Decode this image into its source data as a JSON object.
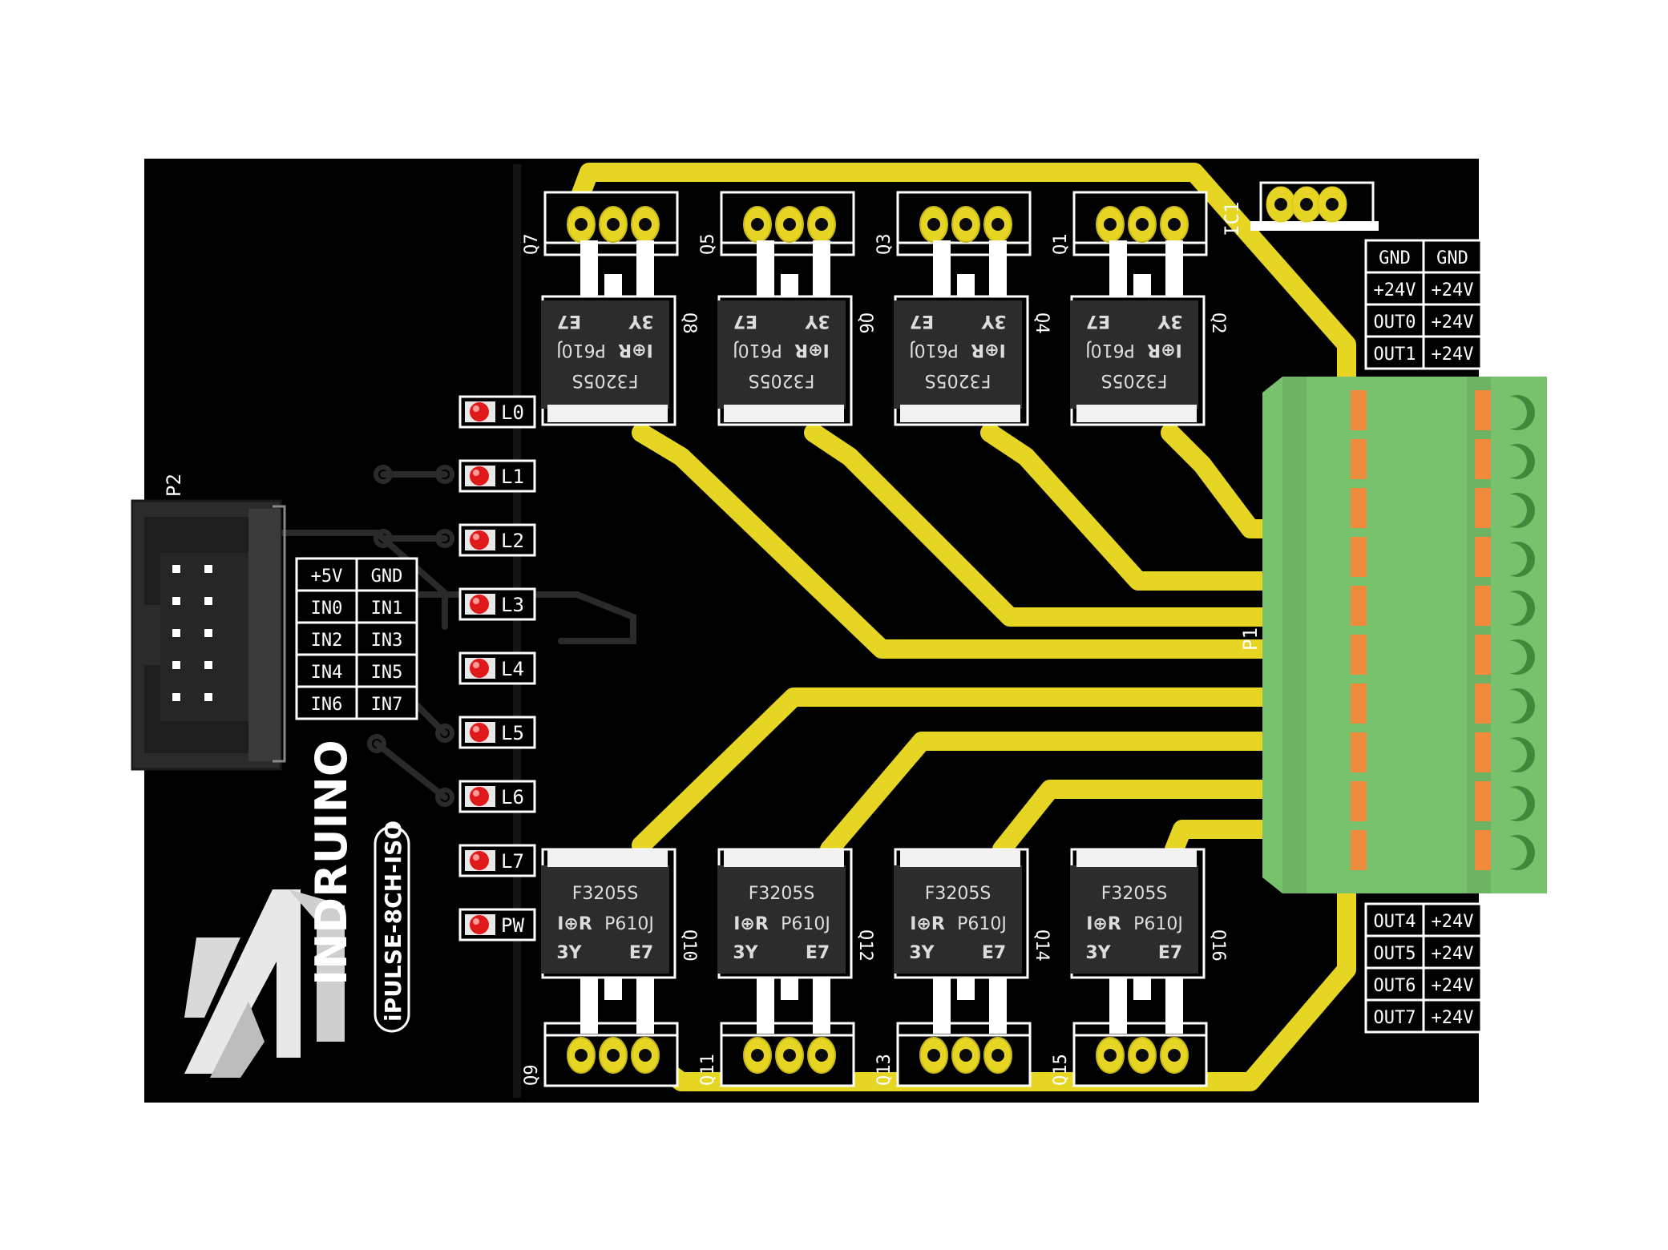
{
  "board": {
    "brand": "INDRUINO",
    "model": "iPULSE-8CH-ISO",
    "colors": {
      "pcb": "#000000",
      "trace": "#e6d522",
      "silkscreen": "#ffffff",
      "connector": "#78c26e",
      "connector_tab": "#f08a3c",
      "led": "#e01a1a"
    }
  },
  "designators": {
    "header": "P2",
    "terminal": "P1",
    "regulator": "IC1",
    "top_transistors": [
      "Q7",
      "Q5",
      "Q3",
      "Q1"
    ],
    "top_mosfets": [
      "Q8",
      "Q6",
      "Q4",
      "Q2"
    ],
    "bottom_mosfets": [
      "Q10",
      "Q12",
      "Q14",
      "Q16"
    ],
    "bottom_transistors": [
      "Q9",
      "Q11",
      "Q13",
      "Q15"
    ]
  },
  "mosfet_marking": {
    "part": "F3205S",
    "maker": "I⊕R",
    "code": "P610J",
    "left": "3Y",
    "right": "E7"
  },
  "leds": [
    "L0",
    "L1",
    "L2",
    "L3",
    "L4",
    "L5",
    "L6",
    "L7",
    "PW"
  ],
  "input_table": [
    [
      "+5V",
      "GND"
    ],
    [
      "IN0",
      "IN1"
    ],
    [
      "IN2",
      "IN3"
    ],
    [
      "IN4",
      "IN5"
    ],
    [
      "IN6",
      "IN7"
    ]
  ],
  "output_table_top": [
    [
      "GND",
      "GND"
    ],
    [
      "+24V",
      "+24V"
    ],
    [
      "OUT0",
      "+24V"
    ],
    [
      "OUT1",
      "+24V"
    ]
  ],
  "output_table_bottom": [
    [
      "OUT4",
      "+24V"
    ],
    [
      "OUT5",
      "+24V"
    ],
    [
      "OUT6",
      "+24V"
    ],
    [
      "OUT7",
      "+24V"
    ]
  ]
}
